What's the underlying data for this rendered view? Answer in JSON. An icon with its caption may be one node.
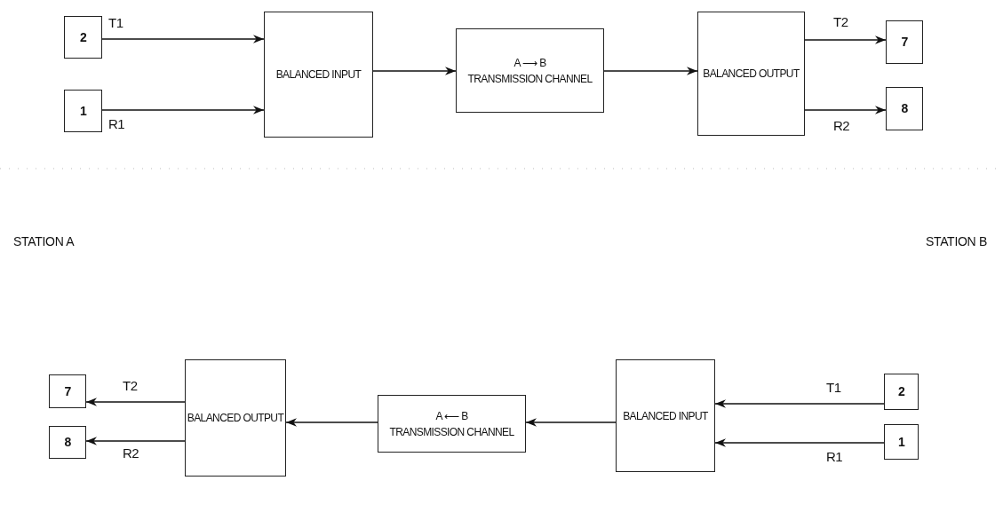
{
  "diagram": {
    "nodes": [
      {
        "text": [
          "2"
        ]
      },
      {
        "text": [
          "1"
        ]
      },
      {
        "text": [
          "BALANCED INPUT"
        ]
      },
      {
        "text": [
          "A ⟶ B",
          "TRANSMISSION CHANNEL"
        ]
      },
      {
        "text": [
          "BALANCED OUTPUT"
        ]
      },
      {
        "text": [
          "7"
        ]
      },
      {
        "text": [
          "8"
        ]
      },
      {
        "text": [
          "7"
        ]
      },
      {
        "text": [
          "8"
        ]
      },
      {
        "text": [
          "BALANCED OUTPUT"
        ]
      },
      {
        "text": [
          "A ⟵ B",
          "TRANSMISSION CHANNEL"
        ]
      },
      {
        "text": [
          "BALANCED INPUT"
        ]
      },
      {
        "text": [
          "2"
        ]
      },
      {
        "text": [
          "1"
        ]
      }
    ],
    "edges": [
      {
        "from": 0,
        "to": 2,
        "arrow": "to",
        "label": "T1"
      },
      {
        "from": 1,
        "to": 2,
        "arrow": "to",
        "label": "R1"
      },
      {
        "from": 2,
        "to": 3,
        "arrow": "to"
      },
      {
        "from": 3,
        "to": 4,
        "arrow": "to"
      },
      {
        "from": 4,
        "to": 5,
        "arrow": "to",
        "label": "T2"
      },
      {
        "from": 4,
        "to": 6,
        "arrow": "to",
        "label": "R2"
      },
      {
        "from": 12,
        "to": 11,
        "arrow": "to",
        "label": "T1"
      },
      {
        "from": 13,
        "to": 11,
        "arrow": "to",
        "label": "R1"
      },
      {
        "from": 11,
        "to": 10,
        "arrow": "to"
      },
      {
        "from": 10,
        "to": 9,
        "arrow": "to"
      },
      {
        "from": 9,
        "to": 7,
        "arrow": "to",
        "label": "T2"
      },
      {
        "from": 9,
        "to": 8,
        "arrow": "to",
        "label": "R2"
      }
    ],
    "labels": [
      "STATION A",
      "STATION B"
    ]
  }
}
